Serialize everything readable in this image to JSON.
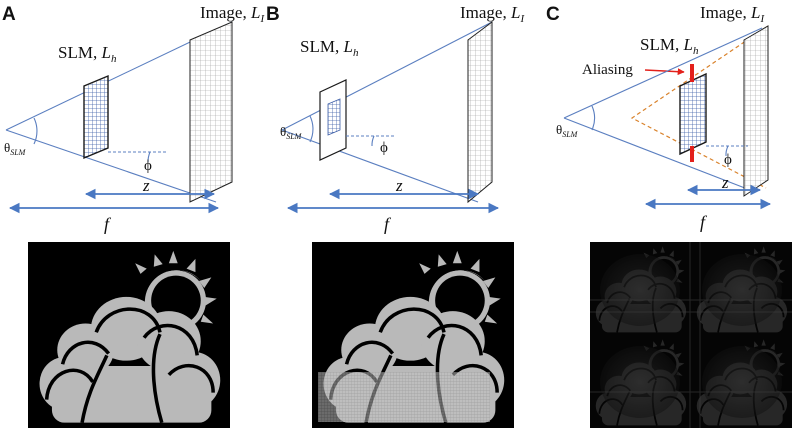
{
  "panels": [
    {
      "letter": "A",
      "image_label": "Image, ",
      "image_sym": "L",
      "image_sub": "I",
      "slm_label": "SLM, ",
      "slm_sym": "L",
      "slm_sub": "h",
      "theta_sym": "θ",
      "theta_sub": "SLM",
      "phi": "ϕ",
      "z": "z",
      "f": "f"
    },
    {
      "letter": "B",
      "image_label": "Image, ",
      "image_sym": "L",
      "image_sub": "I",
      "slm_label": "SLM, ",
      "slm_sym": "L",
      "slm_sub": "h",
      "theta_sym": "θ",
      "theta_sub": "SLM",
      "phi": "ϕ",
      "z": "z",
      "f": "f"
    },
    {
      "letter": "C",
      "image_label": "Image, ",
      "image_sym": "L",
      "image_sub": "I",
      "slm_label": "SLM, ",
      "slm_sym": "L",
      "slm_sub": "h",
      "theta_sym": "θ",
      "theta_sub": "SLM",
      "phi": "ϕ",
      "z": "z",
      "f": "f",
      "aliasing": "Aliasing"
    }
  ],
  "colors": {
    "ray": "#5b7fc0",
    "arrow": "#4a78c2",
    "alias_bar": "#e3201b",
    "alias_path": "#d9822b",
    "cloud": "#b9b9b9",
    "grid": "#3d5fa8"
  }
}
